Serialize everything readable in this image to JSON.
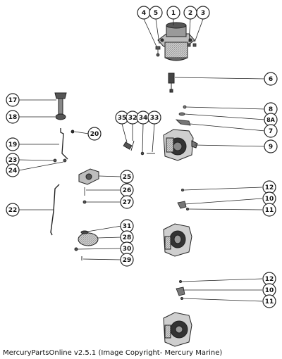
{
  "footer": "MercuryPartsOnline v2.5.1 (Image Copyright- Mercury Marine)",
  "callouts": [
    "1",
    "2",
    "3",
    "4",
    "5",
    "6",
    "7",
    "8",
    "8A",
    "9",
    "10",
    "11",
    "12",
    "17",
    "18",
    "19",
    "20",
    "22",
    "23",
    "24",
    "25",
    "26",
    "27",
    "28",
    "29",
    "30",
    "31",
    "32",
    "33",
    "34",
    "35"
  ],
  "callouts_lower": [
    "12",
    "10",
    "11"
  ]
}
